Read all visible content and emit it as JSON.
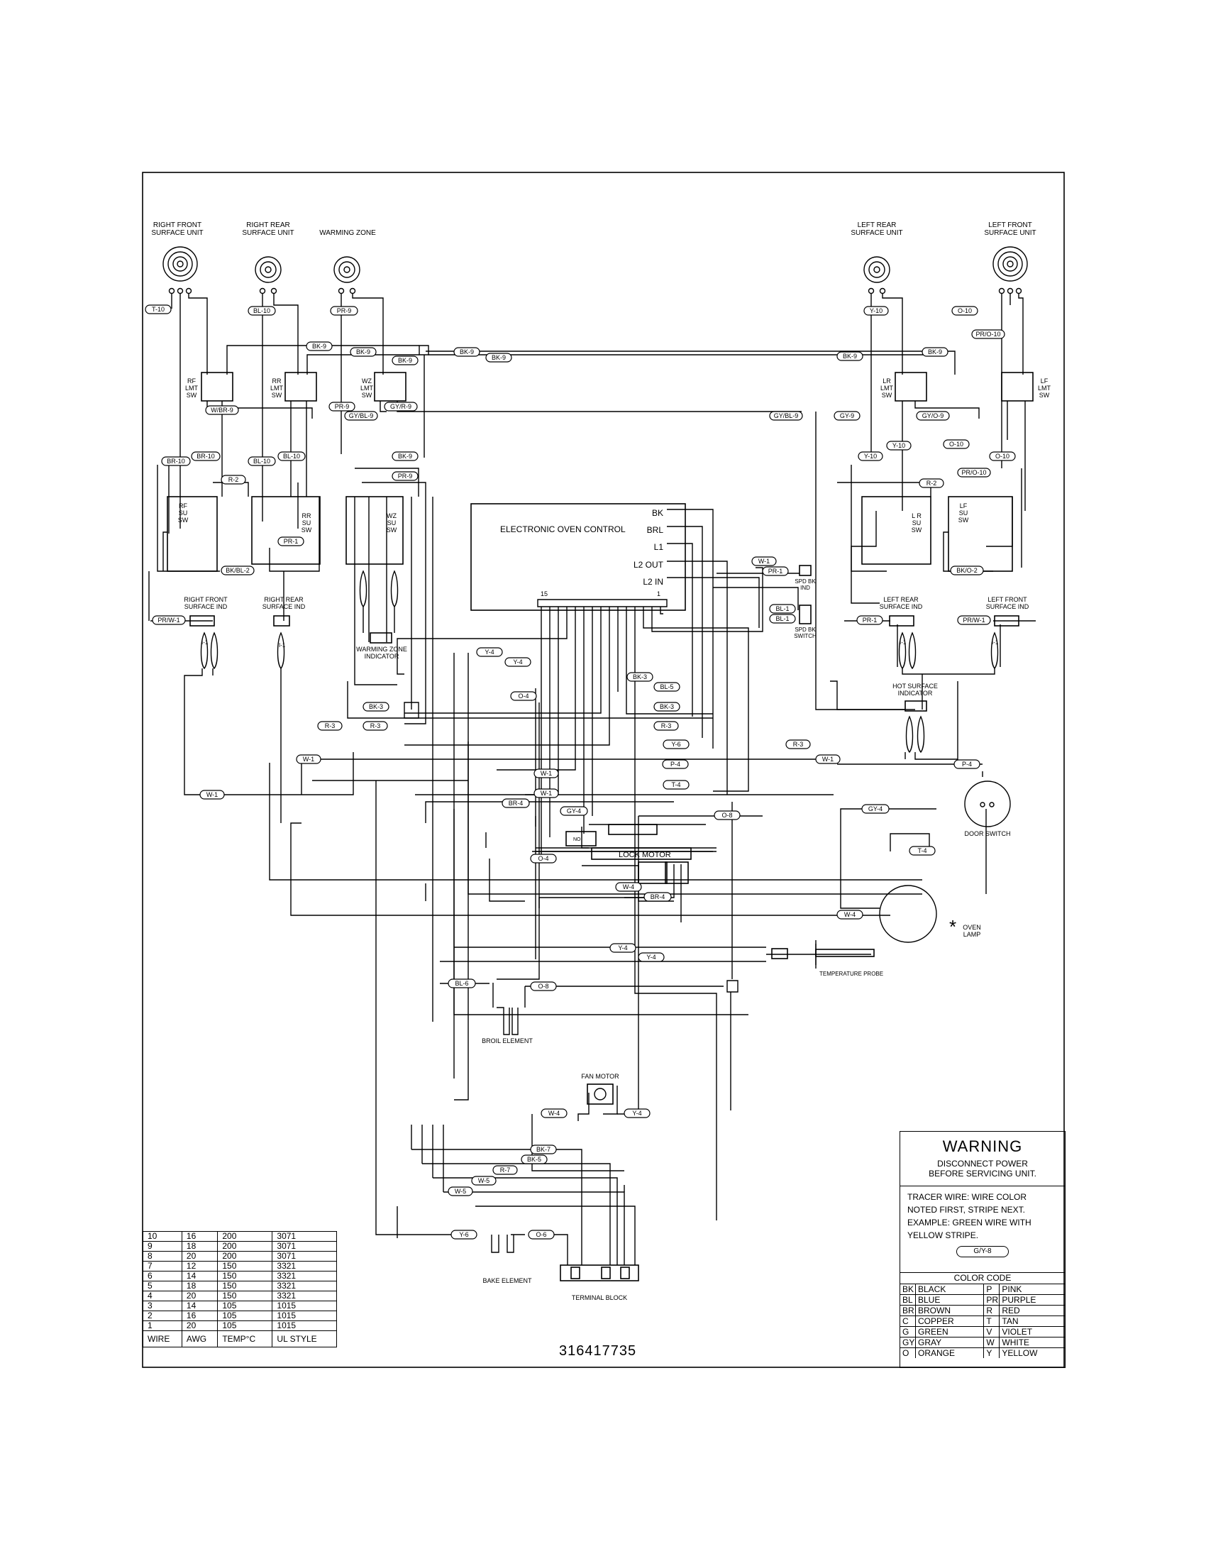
{
  "labels": {
    "rf_unit": [
      "RIGHT FRONT",
      "SURFACE UNIT"
    ],
    "rr_unit": [
      "RIGHT REAR",
      "SURFACE UNIT"
    ],
    "warming_zone": "WARMING ZONE",
    "lr_unit": [
      "LEFT REAR",
      "SURFACE UNIT"
    ],
    "lf_unit": [
      "LEFT FRONT",
      "SURFACE UNIT"
    ],
    "rf_lmt": [
      "RF",
      "LMT",
      "SW"
    ],
    "rr_lmt": [
      "RR",
      "LMT",
      "SW"
    ],
    "wz_lmt": [
      "WZ",
      "LMT",
      "SW"
    ],
    "lr_lmt": [
      "LR",
      "LMT",
      "SW"
    ],
    "lf_lmt": [
      "LF",
      "LMT",
      "SW"
    ],
    "rf_su": [
      "RF",
      "SU",
      "SW"
    ],
    "rr_su": [
      "RR",
      "SU",
      "SW"
    ],
    "wz_su": [
      "WZ",
      "SU",
      "SW"
    ],
    "lr_su": [
      "L R",
      "SU",
      "SW"
    ],
    "lf_su": [
      "LF",
      "SU",
      "SW"
    ],
    "eoc": "ELECTRONIC OVEN CONTROL",
    "eoc_terms": [
      "BK",
      "BRL",
      "L1",
      "L2 OUT",
      "L2 IN"
    ],
    "eoc_pin_15": "15",
    "eoc_pin_1": "1",
    "spd_bk_ind": [
      "SPD BK",
      "IND"
    ],
    "spd_bk_switch": [
      "SPD BK",
      "SWITCH"
    ],
    "rf_ind": [
      "RIGHT FRONT",
      "SURFACE IND"
    ],
    "rr_ind": [
      "RIGHT REAR",
      "SURFACE IND"
    ],
    "wz_ind": [
      "WARMING ZONE",
      "INDICATOR"
    ],
    "lr_ind": [
      "LEFT REAR",
      "SURFACE IND"
    ],
    "lf_ind": [
      "LEFT FRONT",
      "SURFACE IND"
    ],
    "hot_surface": [
      "HOT SURFACE",
      "INDICATOR"
    ],
    "door_switch": "DOOR SWITCH",
    "lock_motor": "LOCK MOTOR",
    "no": "NO",
    "oven_lamp": [
      "OVEN",
      "LAMP"
    ],
    "temp_probe": "TEMPERATURE PROBE",
    "broil": "BROIL ELEMENT",
    "fan_motor": "FAN MOTOR",
    "bake": "BAKE ELEMENT",
    "terminal_block": "TERMINAL BLOCK",
    "asterisk": "*"
  },
  "wire_tags": {
    "t10": "T-10",
    "bl10": "BL-10",
    "pr9": "PR-9",
    "y10": "Y-10",
    "o10": "O-10",
    "bk9": "BK-9",
    "pro10": "PR/O-10",
    "wbr9": "W/BR-9",
    "gybl9": "GY/BL-9",
    "gyr9": "GY/R-9",
    "gy9": "GY-9",
    "gyo9": "GY/O-9",
    "br10": "BR-10",
    "r2": "R-2",
    "pr1": "PR-1",
    "bkbl2": "BK/BL-2",
    "bko2": "BK/O-2",
    "prw1": "PR/W-1",
    "w1": "W-1",
    "bl1": "BL-1",
    "y4": "Y-4",
    "bk3": "BK-3",
    "bl5": "BL-5",
    "o4": "O-4",
    "r3": "R-3",
    "y6": "Y-6",
    "p4": "P-4",
    "t4": "T-4",
    "br4": "BR-4",
    "gy4": "GY-4",
    "o8": "O-8",
    "w4": "W-4",
    "bl6": "BL-6",
    "bk7": "BK-7",
    "bk5": "BK-5",
    "r7": "R-7",
    "w5": "W-5",
    "o6": "O-6",
    "i1": "I-1"
  },
  "wire_table": {
    "headers": [
      "WIRE",
      "AWG",
      "TEMP°C",
      "UL STYLE"
    ],
    "rows": [
      [
        "10",
        "16",
        "200",
        "3071"
      ],
      [
        "9",
        "18",
        "200",
        "3071"
      ],
      [
        "8",
        "20",
        "200",
        "3071"
      ],
      [
        "7",
        "12",
        "150",
        "3321"
      ],
      [
        "6",
        "14",
        "150",
        "3321"
      ],
      [
        "5",
        "18",
        "150",
        "3321"
      ],
      [
        "4",
        "20",
        "150",
        "3321"
      ],
      [
        "3",
        "14",
        "105",
        "1015"
      ],
      [
        "2",
        "16",
        "105",
        "1015"
      ],
      [
        "1",
        "20",
        "105",
        "1015"
      ]
    ]
  },
  "warning": {
    "title": "WARNING",
    "line1": "DISCONNECT POWER",
    "line2": "BEFORE SERVICING UNIT.",
    "tracer1": "TRACER WIRE:  WIRE COLOR",
    "tracer2": "NOTED FIRST, STRIPE NEXT.",
    "tracer3": "EXAMPLE:  GREEN WIRE WITH",
    "tracer4": "YELLOW STRIPE.",
    "example": "G/Y-8"
  },
  "color_code": {
    "title": "COLOR CODE",
    "rows": [
      [
        "BK",
        "BLACK",
        "P",
        "PINK"
      ],
      [
        "BL",
        "BLUE",
        "PR",
        "PURPLE"
      ],
      [
        "BR",
        "BROWN",
        "R",
        "RED"
      ],
      [
        "C",
        "COPPER",
        "T",
        "TAN"
      ],
      [
        "G",
        "GREEN",
        "V",
        "VIOLET"
      ],
      [
        "GY",
        "GRAY",
        "W",
        "WHITE"
      ],
      [
        "O",
        "ORANGE",
        "Y",
        "YELLOW"
      ]
    ]
  },
  "part_number": "316417735"
}
